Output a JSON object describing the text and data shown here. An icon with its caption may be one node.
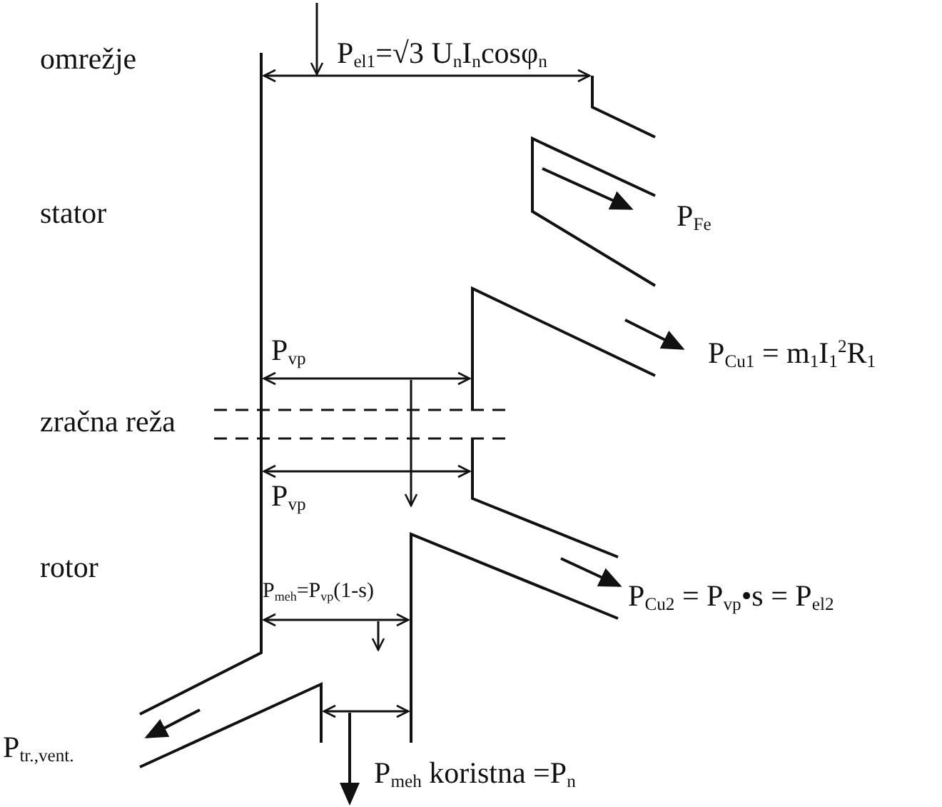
{
  "diagram": {
    "labels": [
      "omrežje",
      "P$_{el1}$=√3 U$_{n}$I$_{n}$cosφ$_{n}$",
      "P$_{Fe}$",
      "stator",
      "P$_{vp}$",
      "P$_{Cu1}$ = m$_{1}$I$_{1}$$^{2}$R$_{1}$",
      "zračna reža",
      "P$_{vp}$",
      "rotor",
      "P$_{meh}$=P$_{vp}$(1-s)",
      "P$_{Cu2}$ = P$_{vp}$•s = P$_{el2}$",
      "P$_{tr.,vent.}$",
      "P$_{meh}$ koristna =P$_{n}$"
    ]
  }
}
